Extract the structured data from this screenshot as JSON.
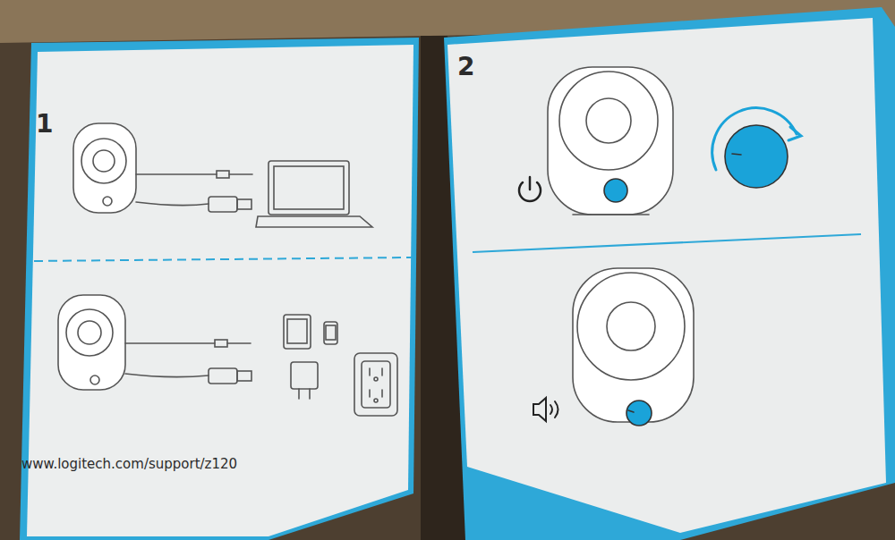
{
  "diagram": {
    "labels": [
      "1",
      "2",
      "www.logitech.com/support/z120"
    ]
  }
}
